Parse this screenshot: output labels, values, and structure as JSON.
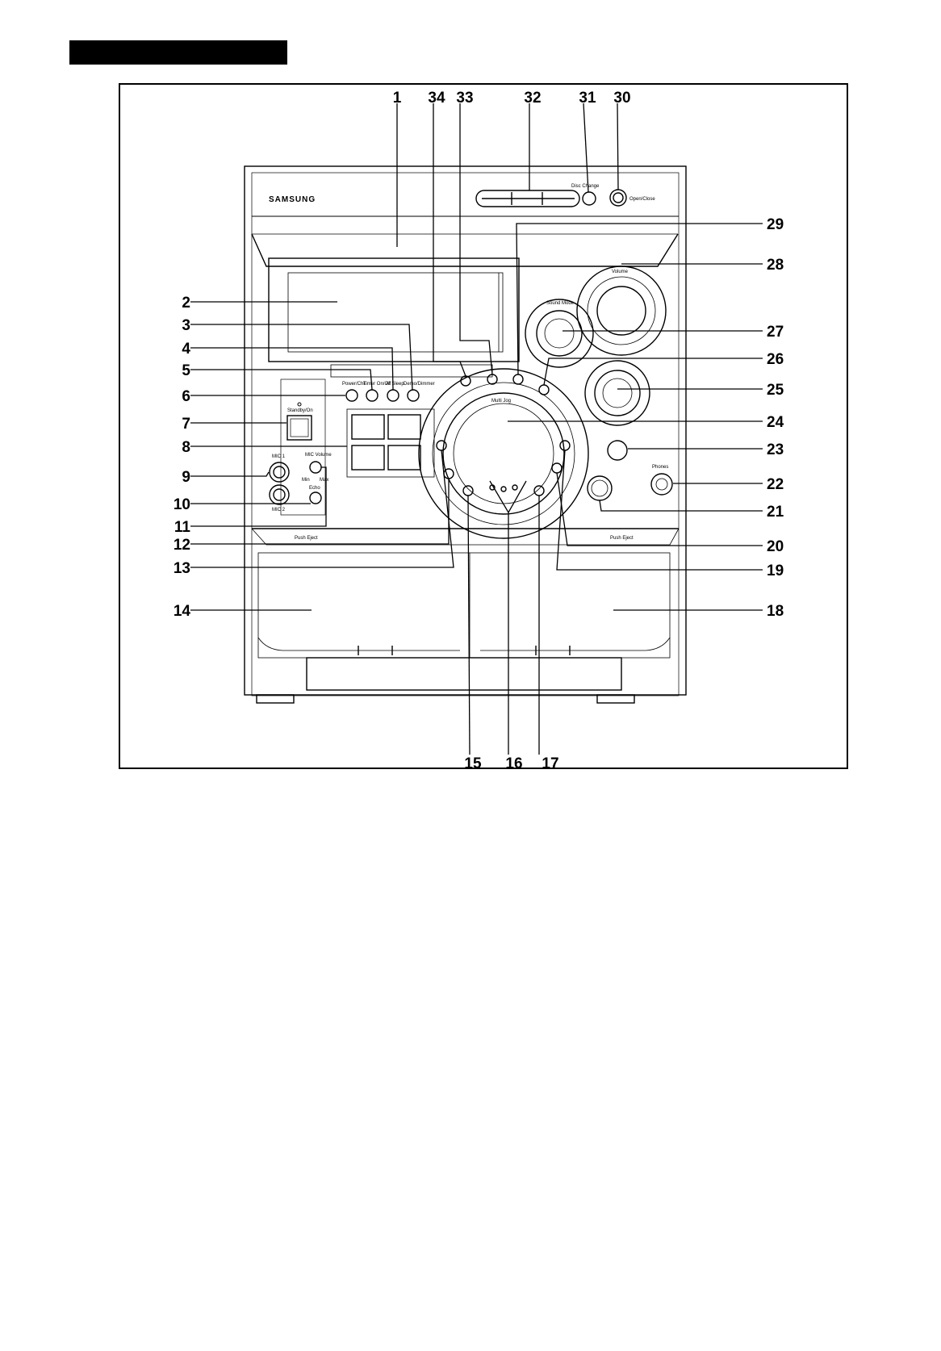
{
  "header": {
    "bar_color": "#000000"
  },
  "device": {
    "brand": "SAMSUNG",
    "labels": {
      "standby": "Standby/On",
      "mic1": "MIC 1",
      "mic2": "MIC 2",
      "mic_volume": "MIC Volume",
      "mic_min": "Min",
      "mic_max": "Max",
      "echo": "Echo",
      "power_chk": "Power/Chk",
      "timer_on_off": "Timer On/Off",
      "ai_sleep": "AI Sleep",
      "demo_dimmer": "Demo/Dimmer",
      "disc_change": "Disc Change",
      "open_close": "Open/Close",
      "volume": "Volume",
      "sound_mode": "Sound Mode",
      "multi_jog": "Multi Jog",
      "phones": "Phones",
      "push_eject_left": "Push Eject",
      "push_eject_right": "Push Eject"
    }
  },
  "callouts": [
    "1",
    "2",
    "3",
    "4",
    "5",
    "6",
    "7",
    "8",
    "9",
    "10",
    "11",
    "12",
    "13",
    "14",
    "15",
    "16",
    "17",
    "18",
    "19",
    "20",
    "21",
    "22",
    "23",
    "24",
    "25",
    "26",
    "27",
    "28",
    "29",
    "30",
    "31",
    "32",
    "33",
    "34"
  ]
}
